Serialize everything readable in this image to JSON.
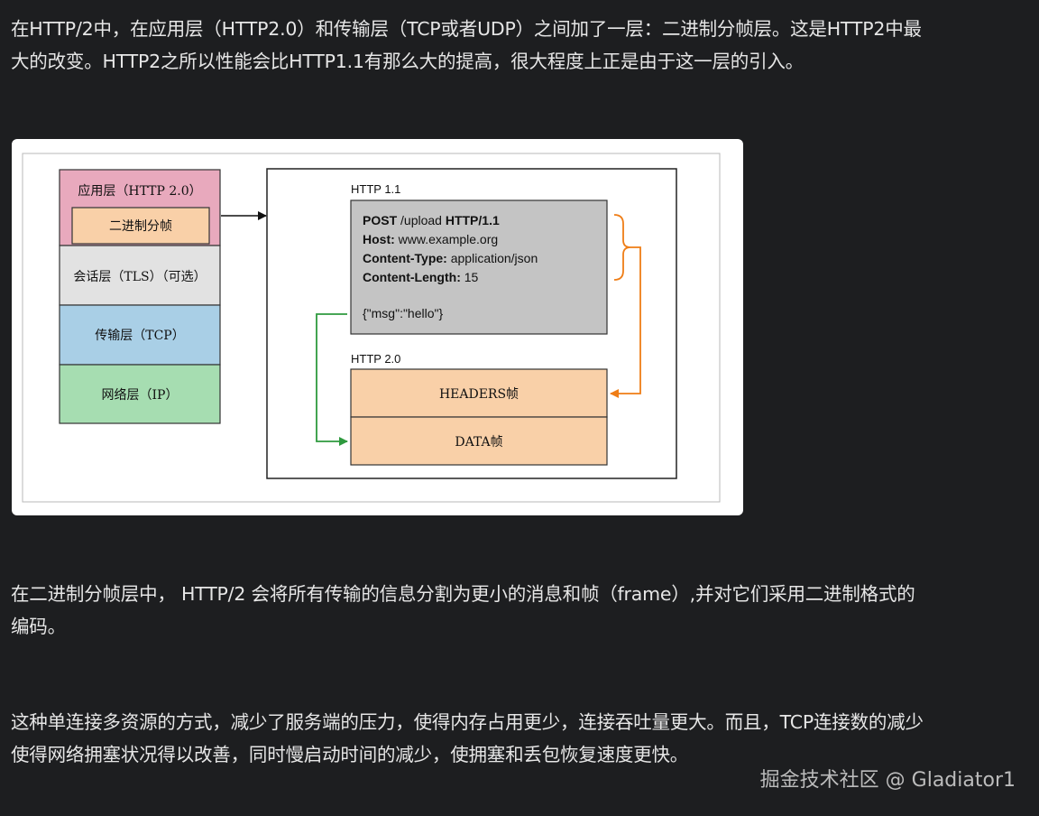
{
  "paragraphs": {
    "p1": [
      "在HTTP/2中，在应用层（HTTP2.0）和传输层（TCP或者UDP）之间加了一层：二进制分帧层。这是HTTP2中最",
      "大的改变。HTTP2之所以性能会比HTTP1.1有那么大的提高，很大程度上正是由于这一层的引入。"
    ],
    "p2": [
      "在二进制分帧层中， HTTP/2 会将所有传输的信息分割为更小的消息和帧（frame）,并对它们采用二进制格式的",
      "编码。"
    ],
    "p3": [
      "这种单连接多资源的方式，减少了服务端的压力，使得内存占用更少，连接吞吐量更大。而且，TCP连接数的减少",
      "使得网络拥塞状况得以改善，同时慢启动时间的减少，使拥塞和丢包恢复速度更快。"
    ]
  },
  "watermark": "掘金技术社区 @ Gladiator1",
  "diagram": {
    "layers": {
      "app": "应用层（HTTP 2.0）",
      "framing": "二进制分帧",
      "session": "会话层（TLS）（可选）",
      "transport": "传输层（TCP）",
      "network": "网络层（IP）"
    },
    "http11_label": "HTTP 1.1",
    "request": {
      "line_key": "POST",
      "line_mid": " /upload ",
      "line_proto": "HTTP/1.1",
      "host_key": "Host:",
      "host_val": " www.example.org",
      "ctype_key": "Content-Type:",
      "ctype_val": " application/json",
      "clen_key": "Content-Length:",
      "clen_val": " 15",
      "body": "{\"msg\":\"hello\"}"
    },
    "http20_label": "HTTP 2.0",
    "headers_frame": "HEADERS帧",
    "data_frame": "DATA帧",
    "colors": {
      "app": "#e8a9bd",
      "framing": "#f9d0a8",
      "session": "#e2e2e2",
      "transport": "#a9cfe6",
      "network": "#a6ddb1",
      "request_box": "#c4c4c4",
      "frame": "#f9d0a8",
      "orange_arrow": "#ef7d16",
      "green_arrow": "#2e9a3e"
    }
  }
}
